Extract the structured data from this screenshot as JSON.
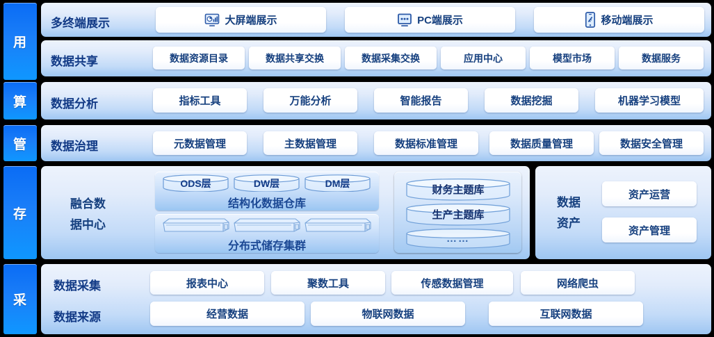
{
  "spine": [
    {
      "label": "用",
      "name": "spine-yong"
    },
    {
      "label": "算",
      "name": "spine-suan"
    },
    {
      "label": "管",
      "name": "spine-guan"
    },
    {
      "label": "存",
      "name": "spine-cun"
    },
    {
      "label": "采",
      "name": "spine-cai"
    }
  ],
  "rows": {
    "multi_terminal": {
      "label": "多终端展示",
      "items": [
        {
          "label": "大屏端展示",
          "icon": "bigscreen-dashboard-icon"
        },
        {
          "label": "PC端展示",
          "icon": "monitor-icon"
        },
        {
          "label": "移动端展示",
          "icon": "mobile-phone-icon"
        }
      ]
    },
    "data_share": {
      "label": "数据共享",
      "items": [
        "数据资源目录",
        "数据共享交换",
        "数据采集交换",
        "应用中心",
        "模型市场",
        "数据服务"
      ]
    },
    "data_analysis": {
      "label": "数据分析",
      "items": [
        "指标工具",
        "万能分析",
        "智能报告",
        "数据挖掘",
        "机器学习模型"
      ]
    },
    "data_governance": {
      "label": "数据治理",
      "items": [
        "元数据管理",
        "主数据管理",
        "数据标准管理",
        "数据质量管理",
        "数据安全管理"
      ]
    },
    "data_collection": {
      "label": "数据采集",
      "items": [
        "报表中心",
        "聚数工具",
        "传感数据管理",
        "网络爬虫"
      ]
    },
    "data_source": {
      "label": "数据来源",
      "items": [
        "经营数据",
        "物联网数据",
        "互联网数据"
      ]
    }
  },
  "storage": {
    "center_label_line1": "融合数",
    "center_label_line2": "据中心",
    "warehouse": {
      "caption": "结构化数据仓库",
      "layers": [
        "ODS层",
        "DW层",
        "DM层"
      ]
    },
    "cluster": {
      "caption": "分布式储存集群",
      "nodes": [
        "server-node",
        "server-node",
        "server-node"
      ]
    },
    "subject_dbs": [
      "财务主题库",
      "生产主题库",
      "……"
    ],
    "assets": {
      "label_line1": "数据",
      "label_line2": "资产",
      "items": [
        "资产运营",
        "资产管理"
      ]
    }
  },
  "colors": {
    "spine_blue": "#0f7bf7",
    "panel_light": "#edf3fd",
    "panel_deep": "#9ec6f2",
    "text_navy": "#16407f",
    "background": "#000000"
  }
}
